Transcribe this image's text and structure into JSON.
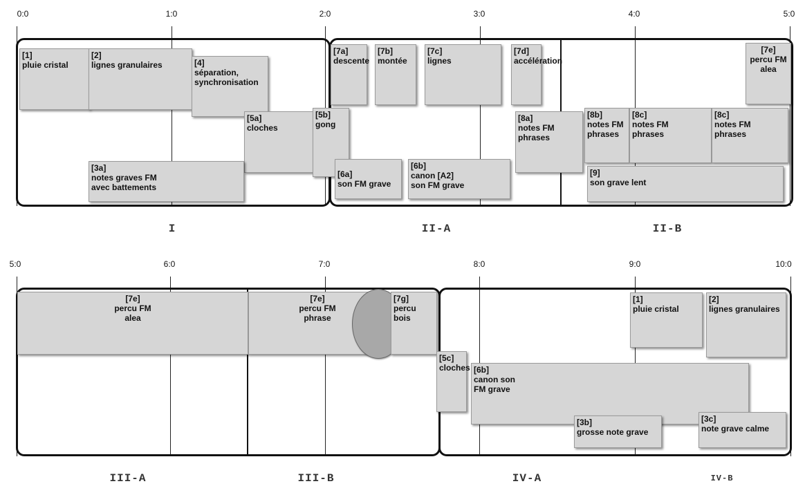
{
  "ticks_top": [
    "0:0",
    "1:0",
    "2:0",
    "3:0",
    "4:0",
    "5:0"
  ],
  "ticks_bottom": [
    "5:0",
    "6:0",
    "7:0",
    "8:0",
    "9:0",
    "10:0"
  ],
  "sections": {
    "I": "I",
    "IIA": "II-A",
    "IIB": "II-B",
    "IIIA": "III-A",
    "IIIB": "III-B",
    "IVA": "IV-A",
    "IVB": "IV-B"
  },
  "blocks": {
    "b1": "[1]\npluie cristal",
    "b2": "[2]\nlignes granulaires",
    "b4": "[4]\nséparation,\nsynchronisation",
    "b5a": "[5a]\ncloches",
    "b5b": "[5b]\ngong",
    "b3a": "[3a]\nnotes graves FM\navec battements",
    "b7a": "[7a]\ndescente",
    "b7b": "[7b]\nmontée",
    "b7c": "[7c]\nlignes",
    "b7d": "[7d]\naccélération",
    "b7e_top": "[7e]\npercu FM\nalea",
    "b6a": "[6a]\nson FM grave",
    "b6b_top": "[6b]\ncanon [A2]\nson FM grave",
    "b8a": "[8a]\nnotes FM\nphrases",
    "b8b": "[8b]\nnotes FM\nphrases",
    "b8c_1": "[8c]\nnotes FM\nphrases",
    "b8c_2": "[8c]\nnotes FM\nphrases",
    "b9": "[9]\nson grave lent",
    "b7e_alea": "[7e]\npercu FM\nalea",
    "b7e_phrase": "[7e]\npercu FM\nphrase",
    "b7g": "[7g]\npercu\nbois",
    "b5c": "[5c]\ncloches",
    "b6b_bottom": "[6b]\ncanon son\nFM grave",
    "b1_bottom": "[1]\npluie cristal",
    "b2_bottom": "[2]\nlignes granulaires",
    "b3b": "[3b]\ngrosse note grave",
    "b3c": "[3c]\nnote grave calme"
  }
}
